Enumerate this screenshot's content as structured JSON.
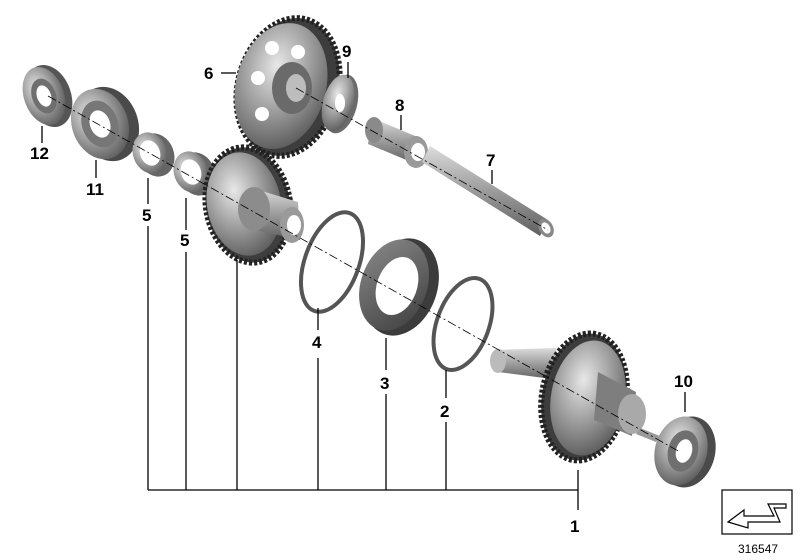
{
  "callouts": {
    "p1": "1",
    "p2": "2",
    "p3": "3",
    "p4": "4",
    "p5a": "5",
    "p5b": "5",
    "p6": "6",
    "p7": "7",
    "p8": "8",
    "p9": "9",
    "p10": "10",
    "p11": "11",
    "p12": "12"
  },
  "image_ref": "316547"
}
